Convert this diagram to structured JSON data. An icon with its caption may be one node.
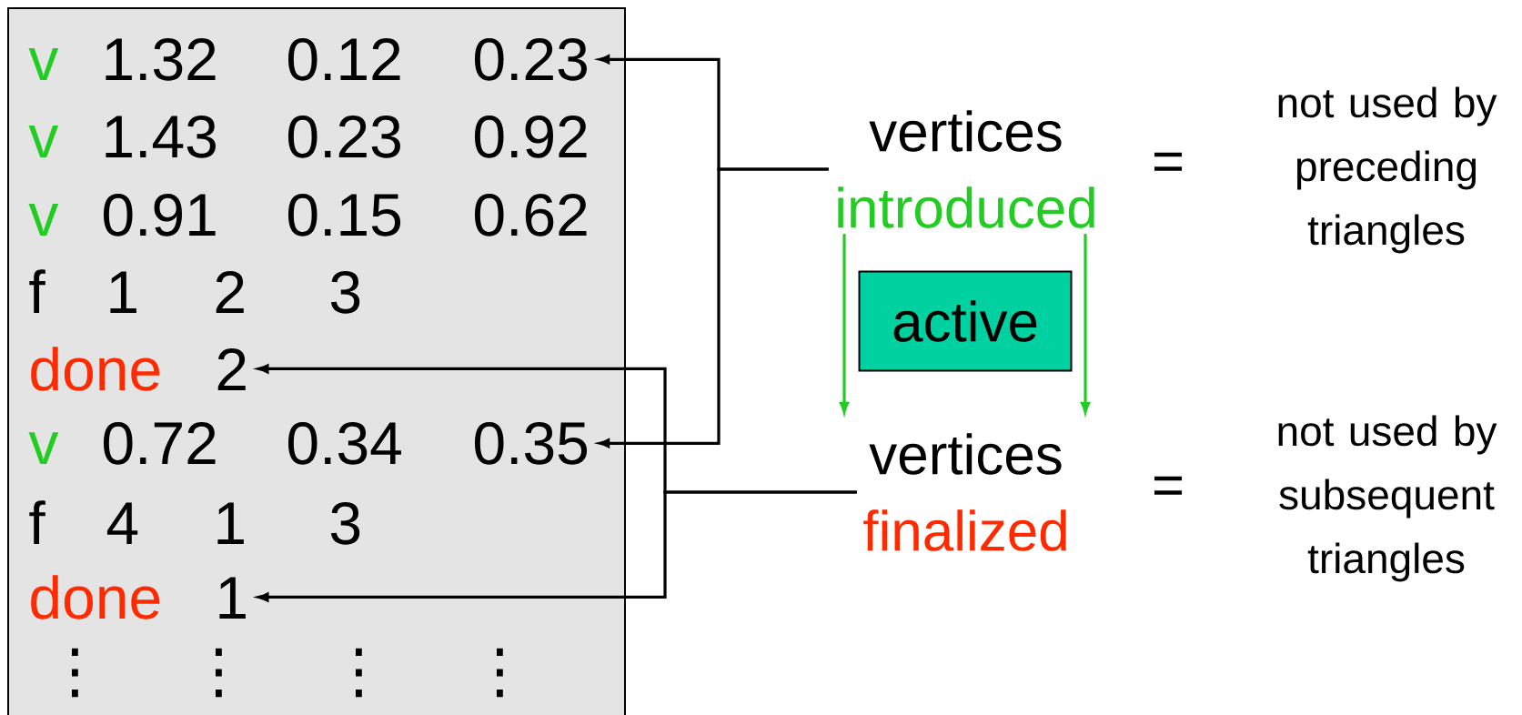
{
  "diagram": {
    "nodes": [
      {
        "text": [],
        "shape": "box"
      },
      {
        "text": [
          "v",
          "1.32",
          "0.12",
          "0.23"
        ],
        "in": 0
      },
      {
        "text": [
          "v",
          "1.43",
          "0.23",
          "0.92"
        ],
        "in": 0
      },
      {
        "text": [
          "v",
          "0.91",
          "0.15",
          "0.62"
        ],
        "in": 0
      },
      {
        "text": [
          "f",
          "1",
          "2",
          "3"
        ],
        "in": 0
      },
      {
        "text": [
          "done",
          "2"
        ],
        "in": 0
      },
      {
        "text": [
          "v",
          "0.72",
          "0.34",
          "0.35"
        ],
        "in": 0
      },
      {
        "text": [
          "f",
          "4",
          "1",
          "3"
        ],
        "in": 0
      },
      {
        "text": [
          "done",
          "1"
        ],
        "in": 0
      },
      {
        "text": [
          "⋮",
          "⋮",
          "⋮",
          "⋮"
        ],
        "in": 0
      },
      {
        "text": [
          "vertices",
          "introduced"
        ]
      },
      {
        "text": [
          "active"
        ]
      },
      {
        "text": [
          "vertices",
          "finalized"
        ]
      }
    ],
    "edges": [
      {
        "from": 10,
        "to": 1,
        "arrow": "to"
      },
      {
        "from": 10,
        "to": 6,
        "arrow": "to"
      },
      {
        "from": 12,
        "to": 5,
        "arrow": "to"
      },
      {
        "from": 12,
        "to": 8,
        "arrow": "to"
      },
      {
        "from": 10,
        "to": 12,
        "arrow": "to",
        "color": "#22cc22"
      },
      {
        "from": 10,
        "to": 12,
        "arrow": "to",
        "color": "#22cc22"
      }
    ],
    "labels": [
      "=",
      "not used by preceding triangles",
      "=",
      "not used by subsequent triangles"
    ]
  }
}
